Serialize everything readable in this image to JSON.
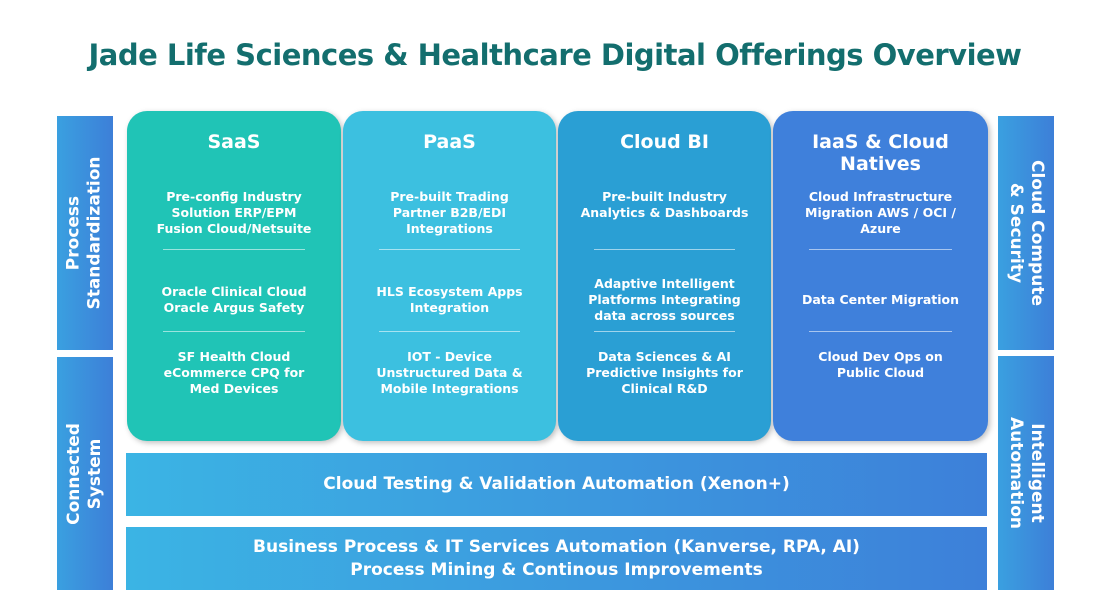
{
  "title": "Jade Life Sciences & Healthcare Digital Offerings Overview",
  "left_labels": [
    "Process\nStandardization",
    "Connected\nSystem"
  ],
  "right_labels": [
    "Cloud Compute\n& Security",
    "Intelligent\nAutomation"
  ],
  "columns": [
    {
      "title": "SaaS",
      "color": "#20c4b6",
      "items": [
        "Pre-config Industry\nSolution ERP/EPM\nFusion Cloud/Netsuite",
        "Oracle Clinical Cloud\nOracle Argus Safety",
        "SF Health Cloud\neCommerce CPQ for\nMed Devices"
      ]
    },
    {
      "title": "PaaS",
      "color": "#3cc0e0",
      "items": [
        "Pre-built Trading\nPartner B2B/EDI\nIntegrations",
        "HLS Ecosystem Apps\nIntegration",
        "IOT - Device\nUnstructured Data &\nMobile Integrations"
      ]
    },
    {
      "title": "Cloud BI",
      "color": "#2a9fd4",
      "items": [
        "Pre-built Industry\nAnalytics & Dashboards",
        "Adaptive Intelligent\nPlatforms Integrating\ndata across sources",
        "Data Sciences & AI\nPredictive Insights for\nClinical R&D"
      ]
    },
    {
      "title": "IaaS & Cloud Natives",
      "color": "#3f80db",
      "items": [
        "Cloud Infrastructure\nMigration AWS / OCI /\nAzure",
        "Data Center Migration",
        "Cloud Dev Ops on\nPublic Cloud"
      ]
    }
  ],
  "bottom_bars": [
    "Cloud Testing & Validation Automation (Xenon+)",
    "Business Process & IT Services Automation (Kanverse, RPA, AI)\nProcess Mining & Continous Improvements"
  ]
}
